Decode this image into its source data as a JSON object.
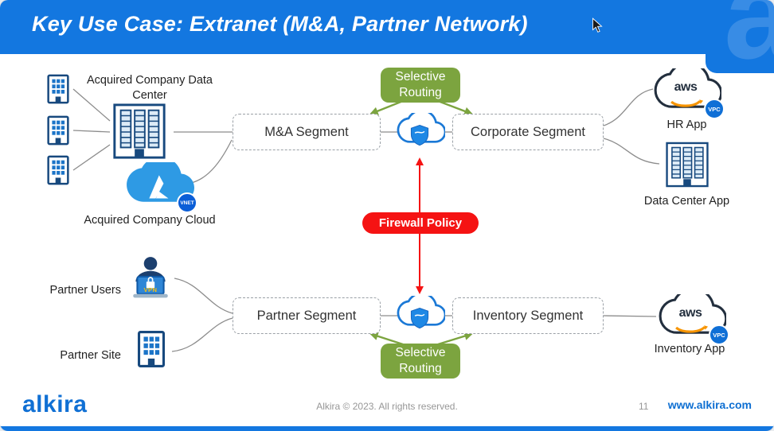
{
  "header": {
    "title": "Key Use Case: Extranet (M&A, Partner Network)",
    "corner_glyph": "a"
  },
  "diagram": {
    "selective_routing": "Selective Routing",
    "firewall_policy": "Firewall Policy",
    "segments": {
      "mna": "M&A Segment",
      "corporate": "Corporate Segment",
      "partner": "Partner Segment",
      "inventory": "Inventory Segment"
    },
    "nodes": {
      "acquired_dc": "Acquired Company Data Center",
      "acquired_cloud": "Acquired Company Cloud",
      "partner_users": "Partner Users",
      "partner_site": "Partner Site",
      "hr_app": "HR App",
      "data_center_app": "Data Center App",
      "inventory_app": "Inventory App"
    },
    "badges": {
      "aws": "aws",
      "vpc": "VPC",
      "vnet": "VNET",
      "vpn": "VPN"
    }
  },
  "footer": {
    "logo": "alkira",
    "copyright": "Alkira © 2023. All rights reserved.",
    "page_number": "11",
    "website": "www.alkira.com"
  },
  "colors": {
    "header_blue": "#1377E0",
    "accent_green": "#7CA43F",
    "accent_red": "#F51313",
    "navy": "#17497E",
    "icon_blue": "#1B74C8",
    "azure_blue": "#2E9AE4",
    "aws_dark": "#232F3E",
    "aws_orange": "#F79400",
    "link_blue": "#0E6FD2",
    "line_gray": "#8C8C8C"
  }
}
